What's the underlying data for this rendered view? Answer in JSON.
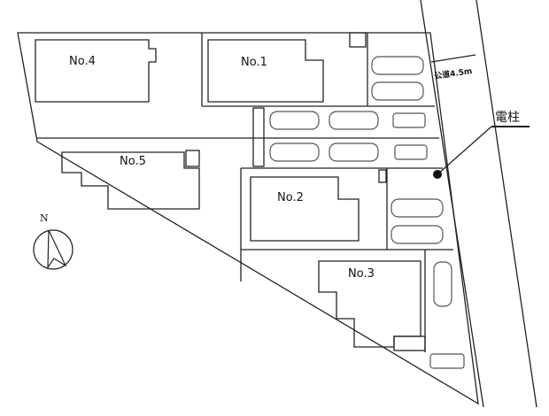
{
  "lots": [
    {
      "id": "no4",
      "label": "No.4"
    },
    {
      "id": "no1",
      "label": "No.1"
    },
    {
      "id": "no5",
      "label": "No.5"
    },
    {
      "id": "no2",
      "label": "No.2"
    },
    {
      "id": "no3",
      "label": "No.3"
    }
  ],
  "road": {
    "label": "公道4.5m"
  },
  "pole": {
    "label": "電柱"
  },
  "compass": {
    "label": "N"
  }
}
